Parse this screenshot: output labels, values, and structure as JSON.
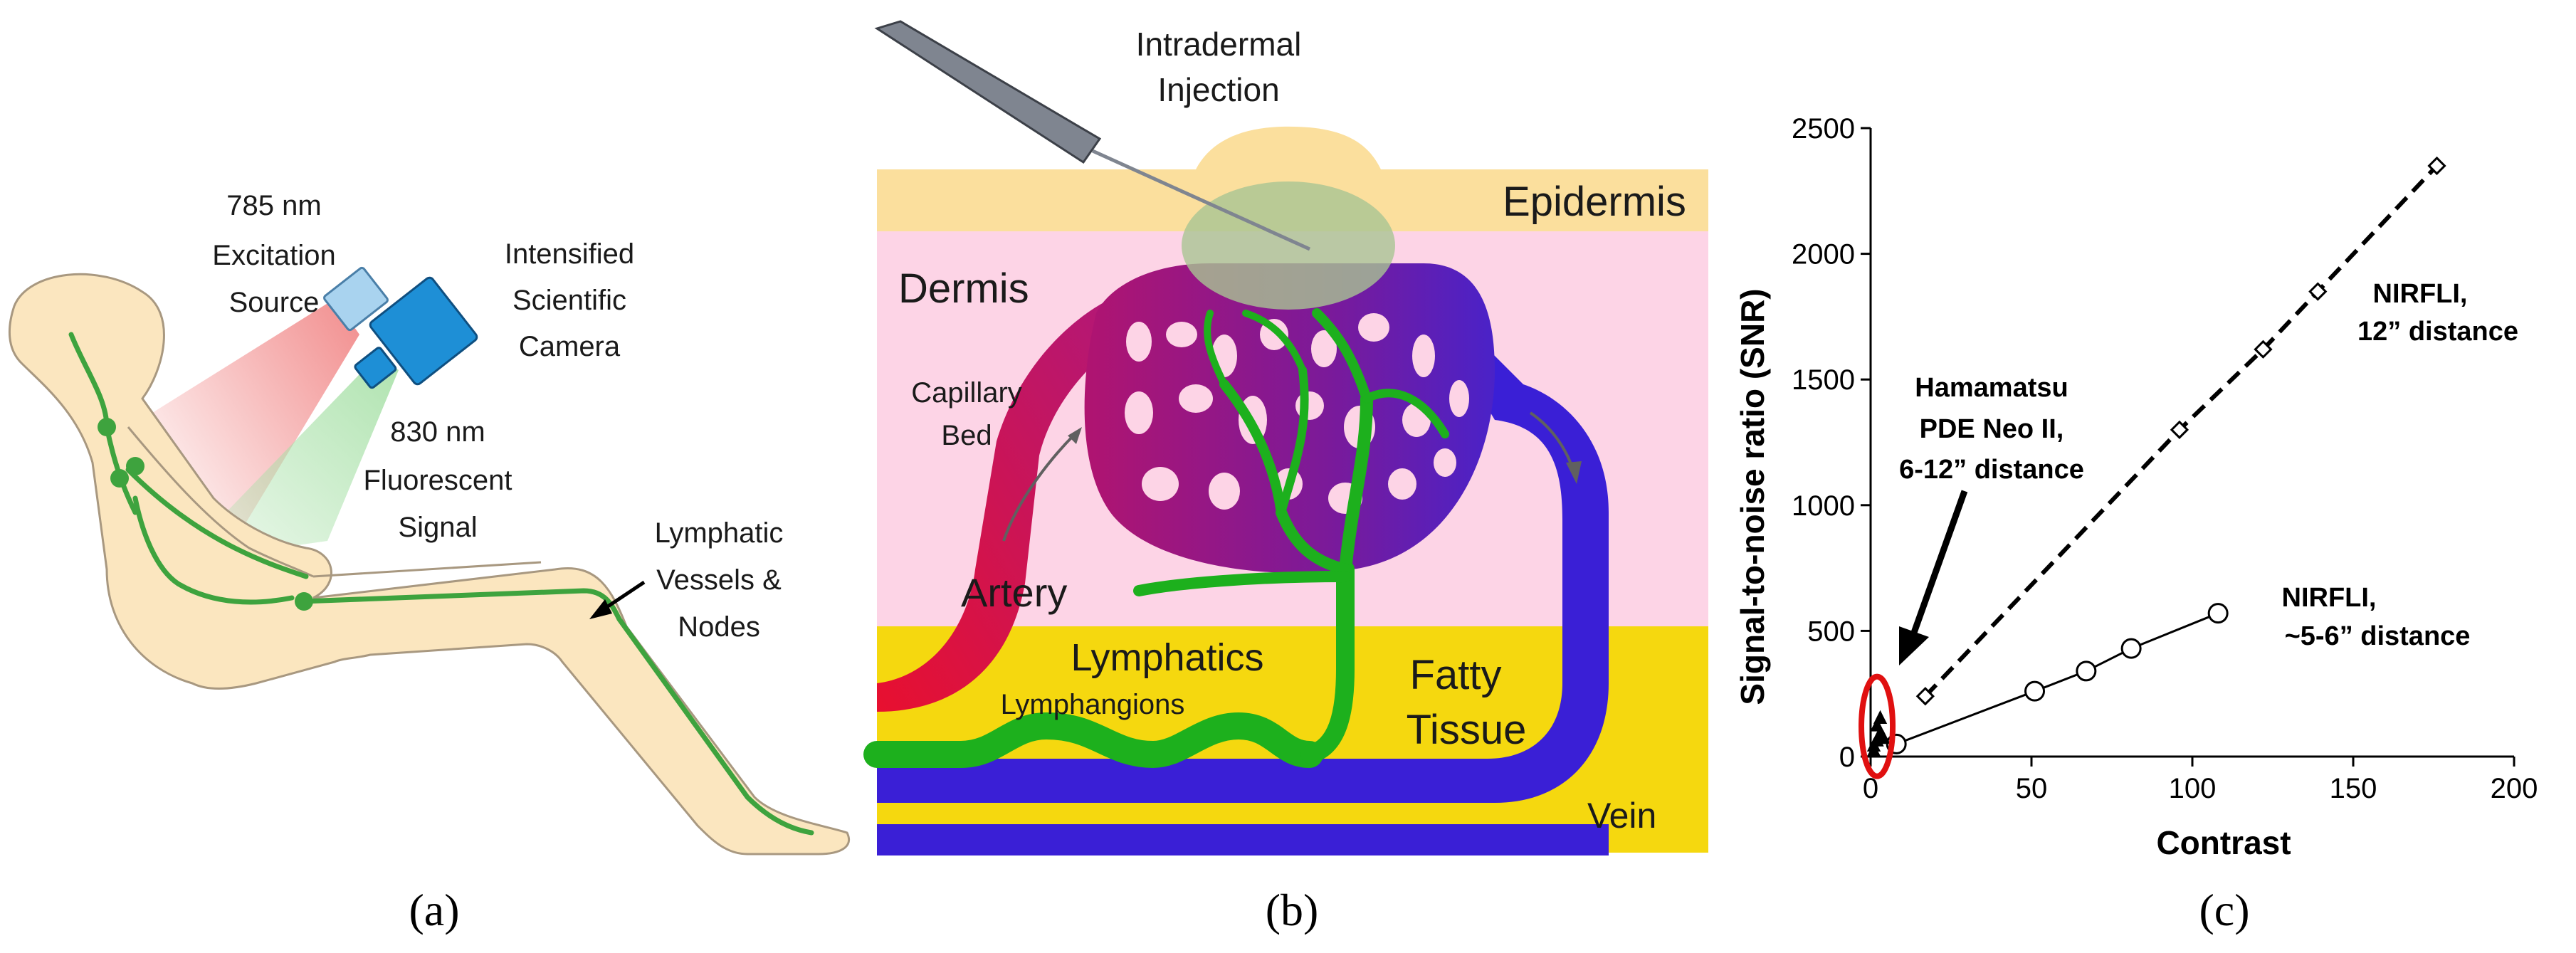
{
  "panel_a": {
    "caption": "(a)",
    "source_label": [
      "785 nm",
      "Excitation",
      "Source"
    ],
    "camera_label": [
      "Intensified",
      "Scientific",
      "Camera"
    ],
    "signal_label": [
      "830 nm",
      "Fluorescent",
      "Signal"
    ],
    "vessels_label": [
      "Lymphatic",
      "Vessels &",
      "Nodes"
    ],
    "colors": {
      "skin": "#fbe6bf",
      "vessel": "#3ea33e",
      "camera": "#1e8fd6",
      "source": "#a9d3ef",
      "excitation": "#f08080",
      "emission": "#a6e0a6"
    }
  },
  "panel_b": {
    "caption": "(b)",
    "injection_label": [
      "Intradermal",
      "Injection"
    ],
    "epidermis_label": "Epidermis",
    "dermis_label": "Dermis",
    "capillary_label": [
      "Capillary",
      "Bed"
    ],
    "artery_label": "Artery",
    "lymphatics_label": "Lymphatics",
    "lymphangions_label": "Lymphangions",
    "fatty_label": [
      "Fatty",
      "Tissue"
    ],
    "vein_label": "Vein",
    "colors": {
      "epidermis": "#fbdf9d",
      "dermis": "#fdd4e6",
      "fat": "#f5d80f",
      "artery": "#e8102f",
      "vein": "#3a1fd6",
      "capillary": "#a0187a",
      "lymph": "#1db01d"
    }
  },
  "panel_c": {
    "caption": "(c)",
    "annotation_hamamatsu": [
      "Hamamatsu",
      "PDE Neo II,",
      "6-12” distance"
    ],
    "annotation_near": [
      "NIRFLI,",
      "~5-6” distance"
    ],
    "annotation_far": [
      "NIRFLI,",
      "12” distance"
    ],
    "chart_data": {
      "type": "scatter",
      "xlabel": "Contrast",
      "ylabel": "Signal-to-noise ratio (SNR)",
      "xlim": [
        0,
        200
      ],
      "ylim": [
        0,
        2500
      ],
      "xticks": [
        0,
        50,
        100,
        150,
        200
      ],
      "yticks": [
        0,
        500,
        1000,
        1500,
        2000,
        2500
      ],
      "grid": false,
      "series": [
        {
          "marker": "diamond",
          "line": "dashed",
          "x": [
            17,
            96,
            122,
            139,
            176
          ],
          "y": [
            240,
            1300,
            1620,
            1850,
            2350
          ]
        },
        {
          "marker": "circle",
          "line": "solid",
          "x": [
            8,
            51,
            67,
            81,
            108
          ],
          "y": [
            50,
            260,
            340,
            430,
            570
          ]
        },
        {
          "marker": "triangle",
          "line": "none",
          "x": [
            1,
            2,
            3,
            2,
            1,
            3,
            4
          ],
          "y": [
            20,
            60,
            90,
            120,
            40,
            150,
            70
          ]
        }
      ],
      "highlight_color": "#e01010"
    }
  }
}
